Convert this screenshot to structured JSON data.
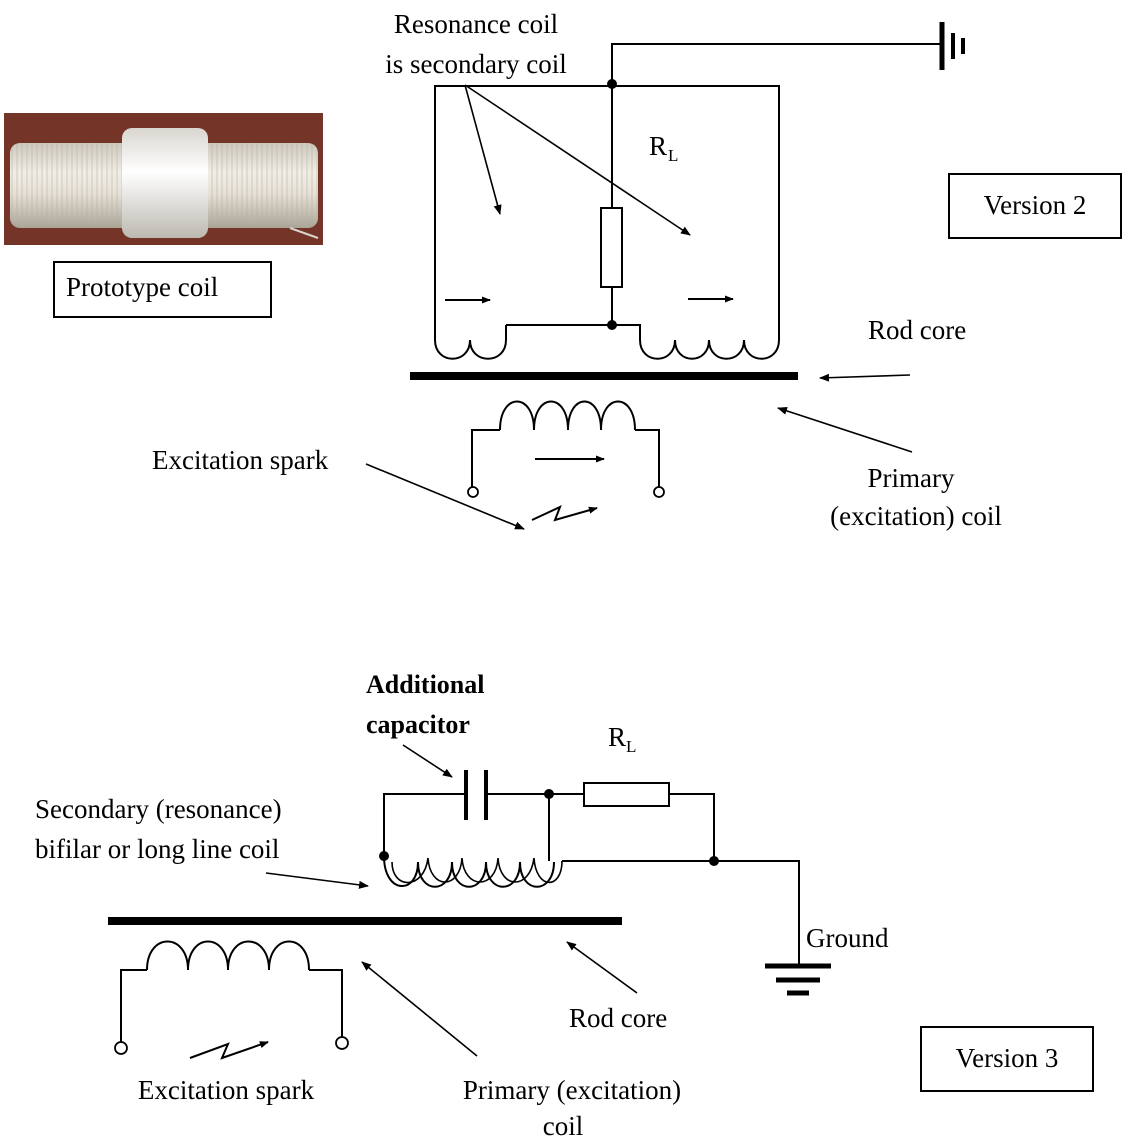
{
  "prototype": {
    "caption": "Prototype coil"
  },
  "v2": {
    "resonance_label_1": "Resonance coil",
    "resonance_label_2": "is secondary coil",
    "rl_main": "R",
    "rl_sub": "L",
    "version": "Version 2",
    "rod_core": "Rod core",
    "excitation_spark": "Excitation spark",
    "primary_1": "Primary",
    "primary_2": "(excitation) coil"
  },
  "v3": {
    "additional_1": "Additional",
    "additional_2": "capacitor",
    "rl_main": "R",
    "rl_sub": "L",
    "secondary_1": "Secondary (resonance)",
    "secondary_2": "bifilar or long line coil",
    "ground": "Ground",
    "rod_core": "Rod core",
    "version": "Version 3",
    "excitation_spark": "Excitation spark",
    "primary_1": "Primary  (excitation)",
    "primary_2": "coil"
  }
}
